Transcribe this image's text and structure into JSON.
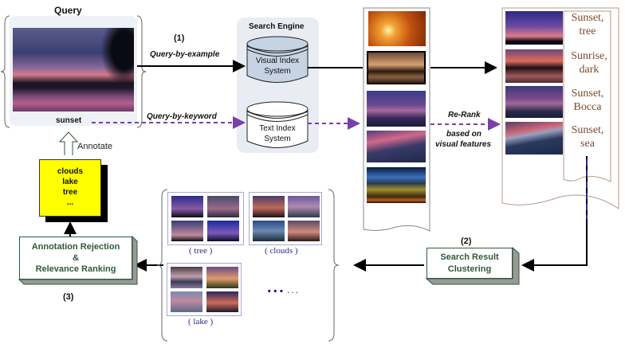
{
  "query": {
    "title": "Query",
    "keyword": "sunset",
    "annotate_label": "Annotate"
  },
  "steps": {
    "step1": "(1)",
    "step2": "(2)",
    "step3": "(3)"
  },
  "arrows": {
    "query_by_example": "Query-by-example",
    "query_by_keyword": "Query-by-keyword",
    "rerank": "Re-Rank",
    "rerank_sub1": "based on",
    "rerank_sub2": "visual features"
  },
  "search_engine": {
    "title": "Search Engine",
    "visual_index": [
      "Visual Index",
      "System"
    ],
    "text_index": [
      "Text Index",
      "System"
    ]
  },
  "reranked_results": {
    "annotations": [
      [
        "Sunset,",
        "tree"
      ],
      [
        "Sunrise,",
        "dark"
      ],
      [
        "Sunset,",
        "Bocca"
      ],
      [
        "Sunset,",
        "sea"
      ]
    ]
  },
  "clustering": {
    "label": [
      "Search Result",
      "Clustering"
    ],
    "clusters": [
      {
        "name": "( tree )"
      },
      {
        "name": "( clouds )"
      },
      {
        "name": "( lake )"
      }
    ],
    "more": "..."
  },
  "annotation_box": {
    "label": [
      "Annotation Rejection",
      "&",
      "Relevance Ranking"
    ]
  },
  "output_keywords": [
    "clouds",
    "lake",
    "tree",
    "..."
  ],
  "colors": {
    "purple_dashed": "#7a3fa8",
    "green_text": "#2f5a38",
    "yellow": "#ffff00",
    "engine_bg": "#e9edf3",
    "visual_db": "#c5d3e3",
    "brown_text": "#7a4a2a",
    "cluster_label": "#2a2a8a"
  }
}
